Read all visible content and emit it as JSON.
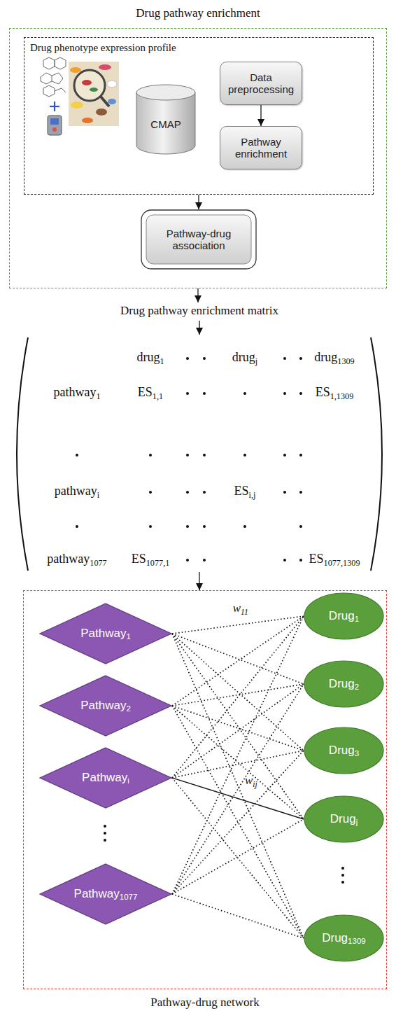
{
  "diagram": {
    "nodes": [
      {
        "text": [
          "Drug pathway enrichment"
        ]
      },
      {
        "text": [
          "Drug phenotype expression profile"
        ],
        "in": 0
      },
      {
        "text": [
          "CMAP"
        ],
        "in": 1
      },
      {
        "text": [
          "Data preprocessing"
        ],
        "in": 1
      },
      {
        "text": [
          "Pathway enrichment"
        ],
        "in": 1
      },
      {
        "text": [
          "Pathway-drug association"
        ],
        "in": 0
      },
      {
        "text": [
          "Drug pathway enrichment matrix"
        ]
      },
      {
        "text": [
          "Pathway-drug network"
        ]
      },
      {
        "text": [
          "Pathway1"
        ],
        "in": 7
      },
      {
        "text": [
          "Pathway2"
        ],
        "in": 7
      },
      {
        "text": [
          "Pathwayi"
        ],
        "in": 7
      },
      {
        "text": [
          "Pathway1077"
        ],
        "in": 7
      },
      {
        "text": [
          "Drug1"
        ],
        "in": 7
      },
      {
        "text": [
          "Drug2"
        ],
        "in": 7
      },
      {
        "text": [
          "Drug3"
        ],
        "in": 7
      },
      {
        "text": [
          "Drugj"
        ],
        "in": 7
      },
      {
        "text": [
          "Drug1309"
        ],
        "in": 7
      }
    ],
    "edges": [
      {
        "from": 3,
        "to": 4,
        "arrow": "to"
      },
      {
        "from": 1,
        "to": 5,
        "arrow": "to"
      },
      {
        "from": 0,
        "to": 6,
        "arrow": "to"
      },
      {
        "from": 6,
        "to": 7,
        "arrow": "to"
      },
      {
        "from": 8,
        "to": 12,
        "arrow": "none",
        "label": "w11"
      },
      {
        "from": 8,
        "to": 13,
        "arrow": "none"
      },
      {
        "from": 8,
        "to": 14,
        "arrow": "none"
      },
      {
        "from": 8,
        "to": 15,
        "arrow": "none"
      },
      {
        "from": 8,
        "to": 16,
        "arrow": "none"
      },
      {
        "from": 9,
        "to": 12,
        "arrow": "none"
      },
      {
        "from": 9,
        "to": 13,
        "arrow": "none"
      },
      {
        "from": 9,
        "to": 14,
        "arrow": "none"
      },
      {
        "from": 9,
        "to": 15,
        "arrow": "none"
      },
      {
        "from": 9,
        "to": 16,
        "arrow": "none"
      },
      {
        "from": 10,
        "to": 12,
        "arrow": "none"
      },
      {
        "from": 10,
        "to": 13,
        "arrow": "none"
      },
      {
        "from": 10,
        "to": 14,
        "arrow": "none"
      },
      {
        "from": 10,
        "to": 15,
        "arrow": "none",
        "label": "wij"
      },
      {
        "from": 10,
        "to": 16,
        "arrow": "none"
      },
      {
        "from": 11,
        "to": 12,
        "arrow": "none"
      },
      {
        "from": 11,
        "to": 13,
        "arrow": "none"
      },
      {
        "from": 11,
        "to": 14,
        "arrow": "none"
      },
      {
        "from": 11,
        "to": 15,
        "arrow": "none"
      },
      {
        "from": 11,
        "to": 16,
        "arrow": "none"
      }
    ],
    "labels": [
      "drug1",
      "drugj",
      "drug1309",
      "pathway1",
      "ES1,1",
      "ES1,1309",
      "pathwayi",
      "ESi,j",
      "pathway1077",
      "ES1077,1",
      "ES1077,1309"
    ]
  }
}
